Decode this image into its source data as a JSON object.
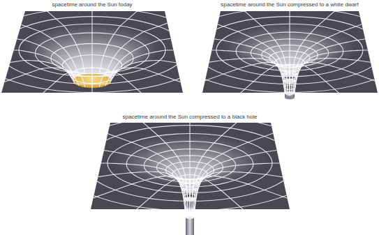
{
  "diagram": {
    "labels": [
      "spacetime around the Sun today",
      "spacetime around the Sun compressed to a white dwarf",
      "spacetime around the Sun compressed to a black hole"
    ]
  }
}
